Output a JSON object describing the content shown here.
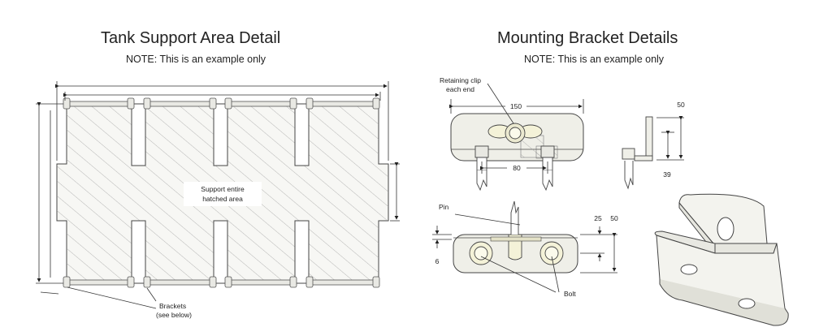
{
  "left": {
    "title": "Tank Support Area Detail",
    "note": "NOTE: This is an example only",
    "support_label_line1": "Support entire",
    "support_label_line2": "hatched area",
    "brackets_line1": "Brackets",
    "brackets_line2": "(see below)"
  },
  "right": {
    "title": "Mounting Bracket Details",
    "note": "NOTE: This is an example only",
    "retaining_line1": "Retaining clip",
    "retaining_line2": "each end",
    "dim_150": "150",
    "dim_80": "80",
    "dim_50_side": "50",
    "dim_39": "39",
    "pin_label": "Pin",
    "dim_25": "25",
    "dim_50_front": "50",
    "dim_6": "6",
    "bolt_label": "Bolt"
  }
}
